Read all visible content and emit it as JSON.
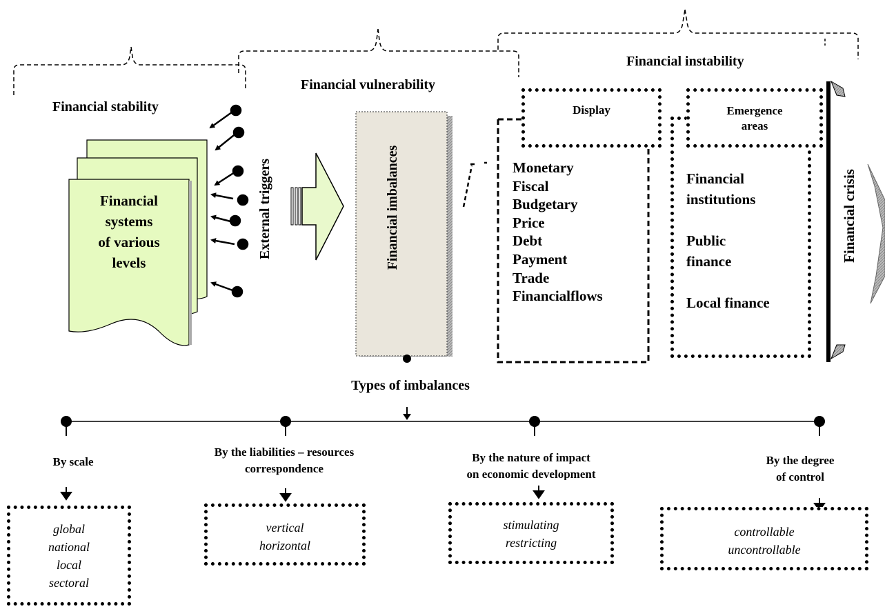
{
  "groups": {
    "stability": "Financial stability",
    "vulnerability": "Financial vulnerability",
    "instability": "Financial instability"
  },
  "systems_label": [
    "Financial",
    "systems",
    "of various",
    "levels"
  ],
  "external_triggers": "External triggers",
  "imbalances_box": "Financial imbalances",
  "display": {
    "title": "Display",
    "items": [
      "Monetary",
      "Fiscal",
      "Budgetary",
      "Price",
      "Debt",
      "Payment",
      "Trade",
      "Financialflows"
    ]
  },
  "emergence": {
    "title": [
      "Emergence",
      "areas"
    ],
    "items": [
      "Financial",
      "institutions",
      "",
      "Public",
      "finance",
      "",
      "Local finance"
    ]
  },
  "crisis": "Financial crisis",
  "types_title": "Types of imbalances",
  "categories": [
    {
      "title": [
        "By scale"
      ],
      "values": [
        "global",
        "national",
        "local",
        "sectoral"
      ]
    },
    {
      "title": [
        "By the liabilities – resources",
        "correspondence"
      ],
      "values": [
        "vertical",
        "horizontal"
      ]
    },
    {
      "title": [
        "By the nature of impact",
        "on economic development"
      ],
      "values": [
        "stimulating",
        "restricting"
      ]
    },
    {
      "title": [
        "By the degree",
        "of control"
      ],
      "values": [
        "controllable",
        "uncontrollable"
      ]
    }
  ],
  "colors": {
    "document_fill": "#e6fac0",
    "arrow_fill": "#e9f9cc",
    "imbalance_fill": "#eae6dc",
    "shadow": "#aaaaaa"
  }
}
